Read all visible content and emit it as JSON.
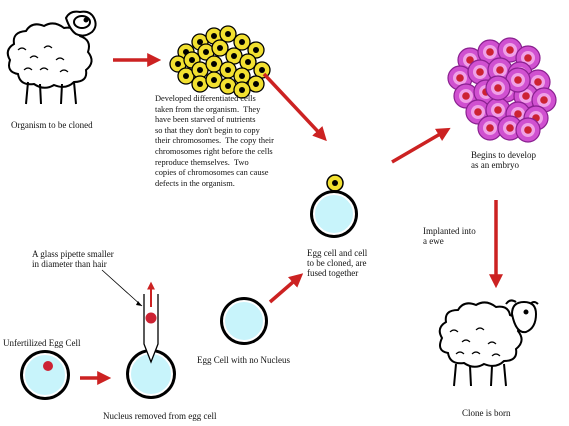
{
  "diagram": {
    "labels": {
      "organism": "Organism to be cloned",
      "embryo": "Begins to develop\nas an embryo",
      "implanted": "Implanted into\na ewe",
      "fused": "Egg cell and cell\nto be cloned, are\nfused together",
      "pipette": "A glass pipette smaller\nin diameter than hair",
      "unfertilized": "Unfertilized Egg Cell",
      "no_nucleus": "Egg Cell with no Nucleus",
      "removed": "Nucleus removed from egg cell",
      "clone": "Clone is born"
    },
    "description_lines": [
      "Developed differentiated cells",
      "taken from the organism.  They",
      "have been starved of nutrients",
      "so that they don't begin to copy",
      "their chromosomes.  The copy their",
      "chromosomes right before the cells",
      "reproduce themselves.  Two",
      "copies of chromosomes can cause",
      "defects in the organism."
    ],
    "colors": {
      "arrow": "#cc2222",
      "nucleus": "#cc2233",
      "egg_fill": "#c8f4fb",
      "body_cell": "#f2e030",
      "embryo_cell": "#d050d0",
      "embryo_ring": "#f0a0e8"
    },
    "icons": [
      "sheep-icon",
      "sheep-icon",
      "egg-cell-icon",
      "pipette-icon"
    ]
  }
}
